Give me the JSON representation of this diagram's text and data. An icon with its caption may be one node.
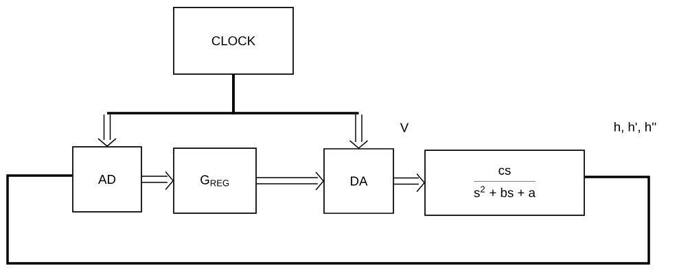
{
  "diagram": {
    "nodes": [
      {
        "text": [
          "CLOCK"
        ]
      },
      {
        "text": [
          "AD"
        ]
      },
      {
        "text": [
          "G$_{REG}$"
        ]
      },
      {
        "text": [
          "DA"
        ]
      },
      {
        "text": [
          "cs",
          "s$^{2}$ + bs + a"
        ]
      }
    ],
    "edges": [
      {
        "from": 0,
        "to": 1,
        "arrow": "to",
        "style": "thick"
      },
      {
        "from": 0,
        "to": 3,
        "arrow": "to",
        "style": "thick"
      },
      {
        "from": 1,
        "to": 2,
        "arrow": "to"
      },
      {
        "from": 2,
        "to": 3,
        "arrow": "to"
      },
      {
        "from": 3,
        "to": 4,
        "arrow": "to"
      },
      {
        "from": 4,
        "to": 1,
        "arrow": "none",
        "style": "thick"
      }
    ],
    "labels": [
      "V",
      "h, h', h''"
    ]
  }
}
